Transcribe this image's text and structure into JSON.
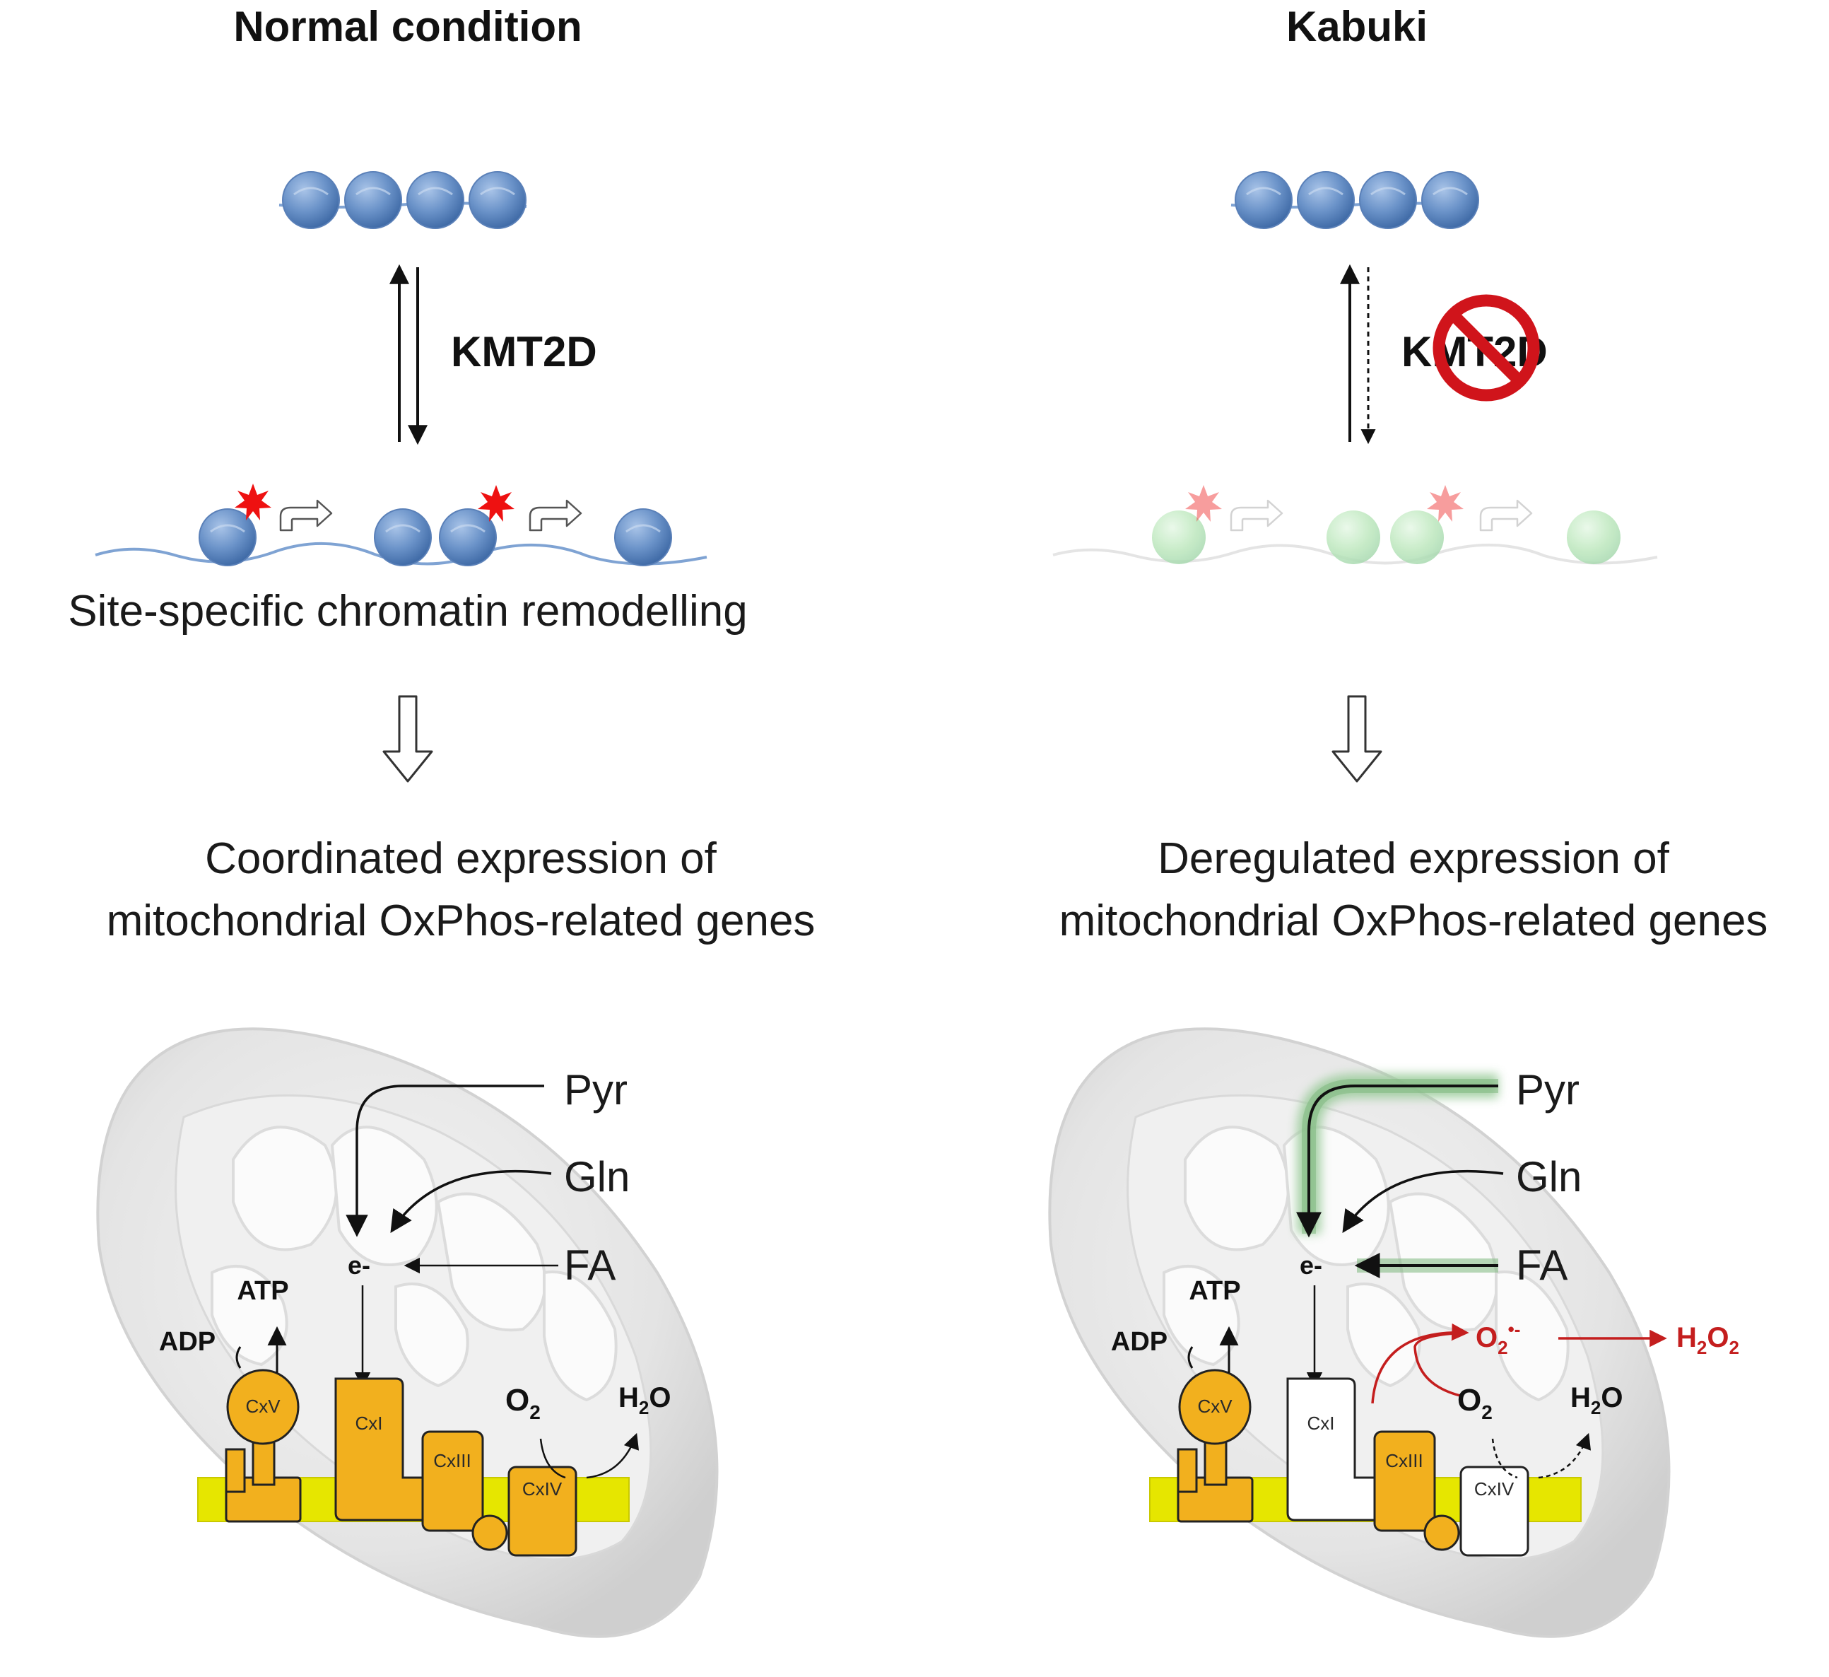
{
  "panels": {
    "normal": {
      "title": "Normal condition",
      "enzyme": "KMT2D",
      "remodelling_label": "Site-specific chromatin remodelling",
      "expression_line1": "Coordinated expression of",
      "expression_line2": "mitochondrial OxPhos-related genes"
    },
    "kabuki": {
      "title": "Kabuki",
      "enzyme": "KMT2D",
      "expression_line1": "Deregulated expression of",
      "expression_line2": "mitochondrial OxPhos-related genes"
    }
  },
  "mito": {
    "substrates": [
      "Pyr",
      "Gln",
      "FA"
    ],
    "electron": "e-",
    "atp": "ATP",
    "adp": "ADP",
    "oxygen": "O",
    "oxygen_sub": "2",
    "water": "H",
    "water_sub": "2",
    "water_tail": "O",
    "complexes": [
      "CxV",
      "CxI",
      "CxIII",
      "CxIV"
    ],
    "superoxide": "O",
    "superoxide_sub": "2",
    "superoxide_sup": "•-",
    "peroxide_h": "H",
    "peroxide_sub1": "2",
    "peroxide_o": "O",
    "peroxide_sub2": "2"
  },
  "colors": {
    "complex_active": "#f2b01e",
    "complex_inactive": "#ffffff",
    "membrane": "#e6e600",
    "nucleosome": "#6b93c9",
    "nucleosome_faded": "#b8e6b8",
    "methyl_mark": "#ee1111",
    "prohibition": "#d0141b",
    "ros_text": "#c41e1e",
    "flux_glow": "#9ccc9c"
  }
}
